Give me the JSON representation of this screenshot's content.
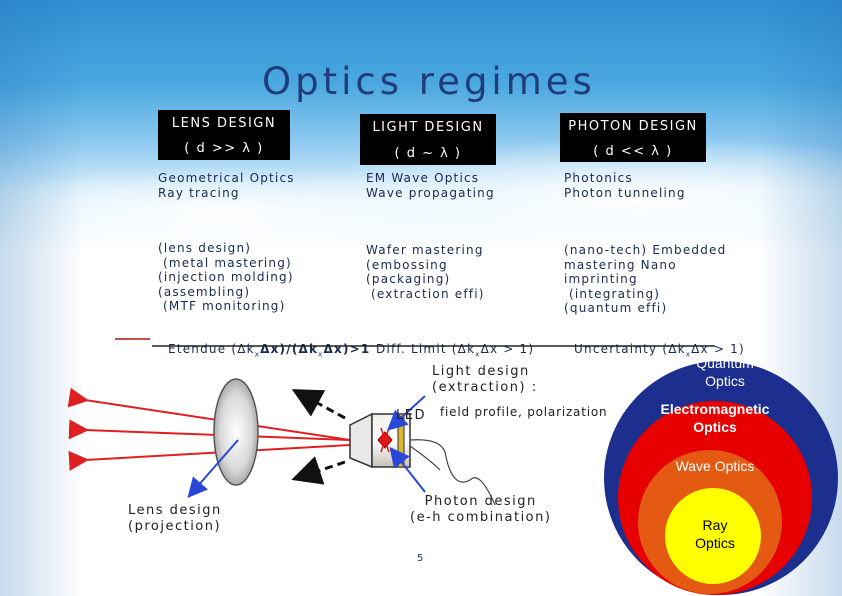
{
  "slide": {
    "title": "Optics regimes",
    "page_number": "5"
  },
  "headers": {
    "lens_design": "LENS DESIGN",
    "lens_cond": "( d >> λ )",
    "light_design": "LIGHT DESIGN",
    "light_cond": "( d ~ λ )",
    "photon_design": "PHOTON DESIGN",
    "photon_cond": "( d << λ )"
  },
  "row1": {
    "lens": "Geometrical Optics\nRay tracing",
    "light": "EM Wave Optics\nWave propagating",
    "photon": "Photonics\nPhoton tunneling"
  },
  "row2": {
    "lens": "(lens design)\n (metal mastering)\n(injection molding)\n(assembling)\n (MTF monitoring)",
    "light": "Wafer mastering\n(embossing\n(packaging)\n (extraction effi)",
    "photon": "(nano-tech) Embedded\nmastering Nano\nimprinting\n (integrating)\n(quantum effi)"
  },
  "row3": {
    "lens_prefix": "Etendue (Δk",
    "lens_mid": "Δx)/(Δk",
    "lens_suffix": "Δx)>1",
    "light": "Diff. Limit (Δk",
    "light_suffix": "Δx > 1)",
    "photon": "Uncertainty (Δk",
    "photon_suffix": "Δx > 1)"
  },
  "diagram": {
    "light_design_label": "Light design\n(extraction) :",
    "led_label": "LED",
    "field_label": "field profile, polarization",
    "lens_label": "Lens design\n(projection)",
    "photon_label": "Photon design\n(e-h combination)"
  },
  "circles": {
    "quantum": "Quantum\nOptics",
    "em": "Electromagnetic\nOptics",
    "wave": "Wave Optics",
    "ray": "Ray\nOptics",
    "colors": {
      "quantum": "#1c2f8f",
      "em": "#e60000",
      "wave": "#e55a12",
      "ray": "#ffff00",
      "ray_text": "#000000"
    }
  },
  "arrows": {
    "ray_color": "#e02020",
    "blue_color": "#2a48d8"
  }
}
